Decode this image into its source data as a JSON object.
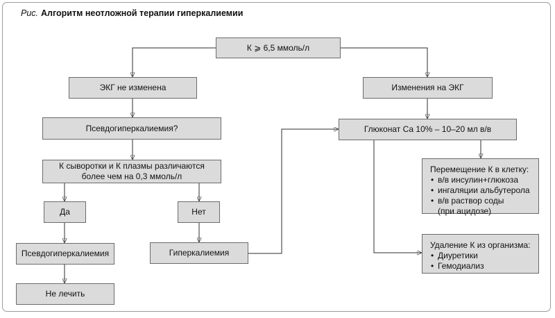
{
  "figure": {
    "label": "Рис.",
    "title": "Алгоритм неотложной терапии гиперкалиемии"
  },
  "nodes": {
    "k_level": "К ⩾ 6,5 ммоль/л",
    "ecg_unchanged": "ЭКГ не изменена",
    "ecg_changed": "Изменения на ЭКГ",
    "pseudo_question": "Псевдогиперкалиемия?",
    "serum_plasma_line1": "К сыворотки и К плазмы различаются",
    "serum_plasma_line2": "более чем на 0,3 ммоль/л",
    "yes": "Да",
    "no": "Нет",
    "pseudohyperkalemia": "Псевдогиперкалиемия",
    "hyperkalemia": "Гиперкалиемия",
    "do_not_treat": "Не лечить",
    "ca_gluconate": "Глюконат Са 10% – 10–20 мл в/в",
    "shift": {
      "title": "Перемещение К в клетку:",
      "items": [
        "в/в инсулин+глюкоза",
        "ингаляции альбутерола",
        "в/в раствор соды"
      ],
      "note": "(при ацидозе)"
    },
    "removal": {
      "title": "Удаление К из организма:",
      "items": [
        "Диуретики",
        "Гемодиализ"
      ]
    }
  },
  "colors": {
    "box_fill": "#dbdbdb",
    "box_border": "#6b6b6b",
    "line": "#2e2e2e",
    "frame_border": "#9b9b9b"
  }
}
